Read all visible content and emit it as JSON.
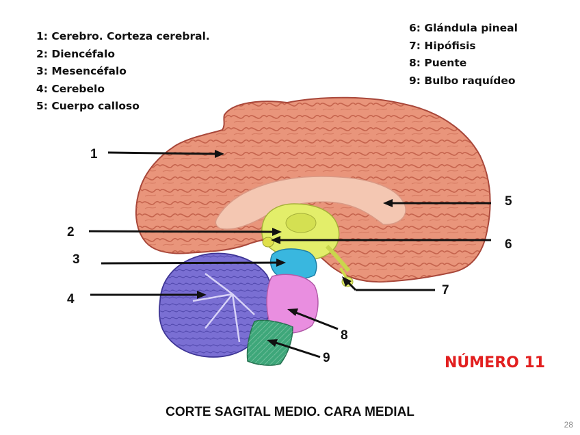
{
  "legend_left": [
    "1: Cerebro. Corteza cerebral.",
    "2: Diencéfalo",
    "3: Mesencéfalo",
    "4: Cerebelo",
    "5: Cuerpo calloso"
  ],
  "legend_right": [
    "6: Glándula pineal",
    "7: Hipófisis",
    "8: Puente",
    "9: Bulbo raquídeo"
  ],
  "labels": {
    "n1": "1",
    "n2": "2",
    "n3": "3",
    "n4": "4",
    "n5": "5",
    "n6": "6",
    "n7": "7",
    "n8": "8",
    "n9": "9"
  },
  "title": "CORTE SAGITAL MEDIO. CARA MEDIAL",
  "big_number": "NÚMERO 11",
  "slide_number": "28",
  "colors": {
    "cortex": "#e9957b",
    "cortex_dark": "#b9543f",
    "corpus_callosum": "#f4c7b2",
    "diencephalon": "#e3ee6a",
    "mesencephalon": "#39b7df",
    "cerebellum": "#7a6fd3",
    "pons": "#e98ee0",
    "medulla": "#3ea77a",
    "accent_red": "#e21f1f"
  }
}
